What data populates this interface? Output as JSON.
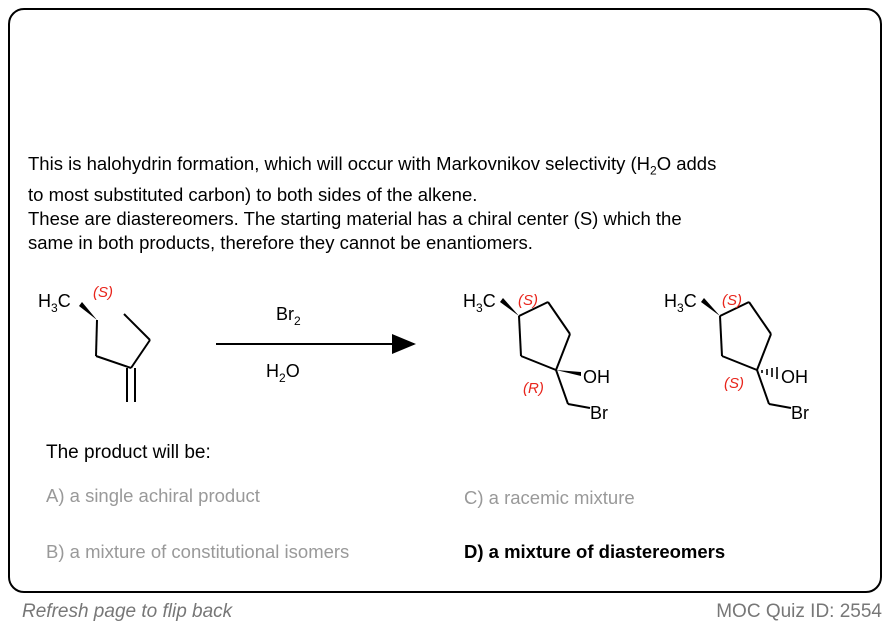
{
  "explanation": {
    "line1_a": "This is halohydrin formation, which will occur with Markovnikov selectivity (H",
    "line1_sub": "2",
    "line1_b": "O adds",
    "line2": "to most substituted carbon) to both sides of the alkene.",
    "line3": "These are diastereomers. The starting material has a chiral center (S) which the",
    "line4": "same in both products, therefore they cannot be enantiomers."
  },
  "scheme": {
    "sm_label_h": "H",
    "sm_label_3": "3",
    "sm_label_c": "C",
    "stereo_s": "(S)",
    "stereo_r": "(R)",
    "reagent_top": "Br",
    "reagent_top_sub": "2",
    "reagent_bottom_h": "H",
    "reagent_bottom_sub": "2",
    "reagent_bottom_o": "O",
    "oh": "OH",
    "br": "Br"
  },
  "quiz": {
    "question": "The product will be:",
    "options": [
      "A) a single achiral product",
      "B) a mixture of constitutional isomers",
      "C) a racemic mixture",
      "D) a mixture of diastereomers"
    ],
    "correct_color": "#000000",
    "muted_color": "#999999",
    "stereo_color": "#e8251c"
  },
  "footer": {
    "hint": "Refresh page to flip back",
    "quiz_id": "MOC Quiz ID: 2554"
  }
}
